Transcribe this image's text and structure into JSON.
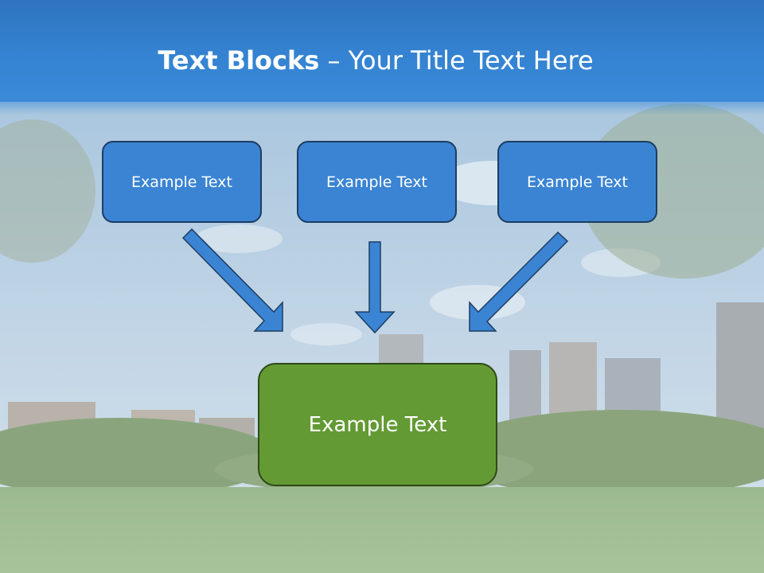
{
  "title": {
    "bold": "Text Blocks",
    "dash": " – ",
    "rest": "Your Title Text Here"
  },
  "top_blocks": [
    {
      "label": "Example Text"
    },
    {
      "label": "Example Text"
    },
    {
      "label": "Example Text"
    }
  ],
  "bottom_block": {
    "label": "Example Text"
  },
  "colors": {
    "header": "#3483d2",
    "block_fill": "#3b84d3",
    "block_border": "#1c3d62",
    "result_fill": "#639a34",
    "result_border": "#2d4a16",
    "arrow_fill": "#3b84d3",
    "arrow_border": "#1c3d62"
  }
}
